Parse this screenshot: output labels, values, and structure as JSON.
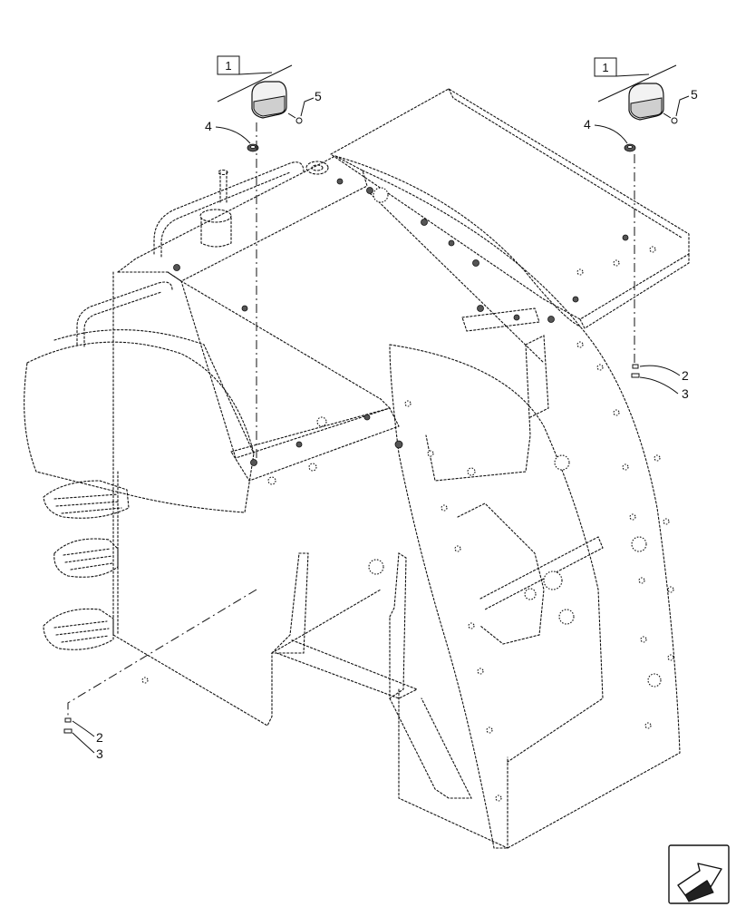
{
  "callouts": {
    "kit_left": "1",
    "kit_right": "1",
    "washer_top_left": "4",
    "screw_top_left": "5",
    "washer_top_right": "4",
    "screw_top_right": "5",
    "nut_left_a": "2",
    "nut_left_b": "3",
    "nut_right_a": "2",
    "nut_right_b": "3"
  },
  "icons": {
    "navigation": "next-page-arrow-icon"
  }
}
